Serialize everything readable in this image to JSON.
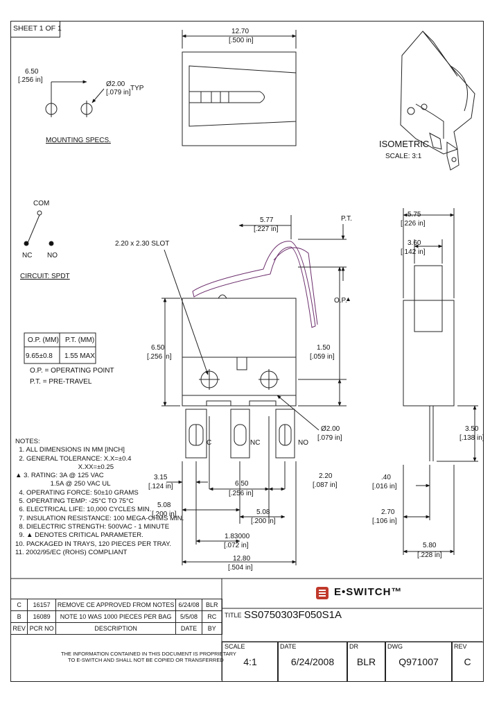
{
  "sheet": "SHEET 1 OF 1",
  "isometric": {
    "title": "ISOMETRIC",
    "scale": "SCALE: 3:1"
  },
  "dims": {
    "top_width_mm": "12.70",
    "top_width_in": "[.500 in]",
    "mount_spacing_mm": "6.50",
    "mount_spacing_in": "[.256 in]",
    "hole_dia_mm": "Ø2.00",
    "hole_dia_in": "[.079 in]",
    "typ": "TYP",
    "slot": "2.20 x 2.30 SLOT",
    "pt_offset_mm": "5.77",
    "pt_offset_in": "[.227 in]",
    "pt": "P.T.",
    "op": "O.P.",
    "height_mm": "6.50",
    "height_in": "[.256 in]",
    "hole_h_mm": "1.50",
    "hole_h_in": "[.059 in]",
    "hole2_mm": "Ø2.00",
    "hole2_in": "[.079 in]",
    "side_w1_mm": "5.75",
    "side_w1_in": "[.226 in]",
    "side_w2_mm": "3.60",
    "side_w2_in": "[.142 in]",
    "term_len_mm": "3.50",
    "term_len_in": "[.138 in]",
    "t1_mm": "3.15",
    "t1_in": "[.124 in]",
    "t2_mm": "6.50",
    "t2_in": "[.256 in]",
    "t3_mm": "2.20",
    "t3_in": "[.087 in]",
    "t4_mm": "5.08",
    "t4_in": "[.200 in]",
    "t5_mm": "5.08",
    "t5_in": "[.200 in]",
    "t6_mm": "1.83000",
    "t6_in": "[.072 in]",
    "t7_mm": "12.80",
    "t7_in": "[.504 in]",
    "s1_mm": ".40",
    "s1_in": "[.016 in]",
    "s2_mm": "2.70",
    "s2_in": "[.106 in]",
    "s3_mm": "5.80",
    "s3_in": "[.228 in]"
  },
  "mounting_specs": "MOUNTING SPECS.",
  "circuit": {
    "com": "COM",
    "nc": "NC",
    "no": "NO",
    "label": "CIRCUIT: SPDT"
  },
  "terminals": [
    "C",
    "NC",
    "NO"
  ],
  "op_table": {
    "headers": [
      "O.P. (MM)",
      "P.T. (MM)"
    ],
    "values": [
      "9.65±0.8",
      "1.55 MAX"
    ],
    "legend1": "O.P. = OPERATING POINT",
    "legend2": "P.T. = PRE-TRAVEL"
  },
  "notes": [
    "NOTES:",
    "  1. ALL DIMENSIONS IN MM [INCH]",
    "  2. GENERAL TOLERANCE: X.X=±0.4",
    "                                  X.XX=±0.25",
    "▲ 3. RATING: 3A @ 125 VAC",
    "                   1.5A @ 250 VAC UL",
    "  4. OPERATING FORCE: 50±10 GRAMS",
    "  5. OPERATING TEMP: -25°C TO 75°C",
    "  6. ELECTRICAL LIFE: 10,000 CYCLES MIN.",
    "  7. INSULATION RESISTANCE: 100 MEGA-OHMS MIN.",
    "  8. DIELECTRIC STRENGTH: 500VAC - 1 MINUTE",
    "  9. ▲ DENOTES CRITICAL PARAMETER.",
    "10. PACKAGED IN TRAYS, 120 PIECES PER TRAY.",
    "11. 2002/95/EC (ROHS) COMPLIANT"
  ],
  "revisions": [
    {
      "rev": "C",
      "pcr": "16157",
      "desc": "REMOVE CE APPROVED FROM NOTES",
      "date": "6/24/08",
      "by": "BLR"
    },
    {
      "rev": "B",
      "pcr": "16089",
      "desc": "NOTE 10 WAS 1000 PIECES PER BAG",
      "date": "5/5/08",
      "by": "RC"
    }
  ],
  "rev_headers": {
    "rev": "REV",
    "pcr": "PCR NO",
    "desc": "DESCRIPTION",
    "date": "DATE",
    "by": "BY"
  },
  "proprietary": [
    "THE INFORMATION CONTAINED IN THIS DOCUMENT IS PROPRIETARY",
    "TO E-SWITCH AND SHALL NOT BE COPIED OR TRANSFERRED"
  ],
  "brand": "E•SWITCH™",
  "brand_color": "#c0392b",
  "title_block": {
    "title_label": "TITLE",
    "title": "SS0750303F050S1A",
    "scale_label": "SCALE",
    "scale": "4:1",
    "date_label": "DATE",
    "date": "6/24/2008",
    "dr_label": "DR",
    "dr": "BLR",
    "dwg_label": "DWG",
    "dwg": "Q971007",
    "rev_label": "REV",
    "rev": "C"
  }
}
